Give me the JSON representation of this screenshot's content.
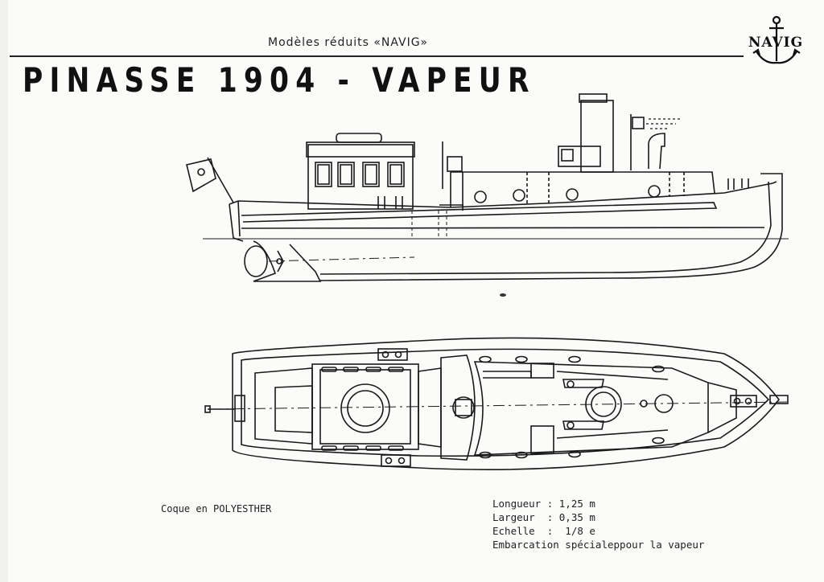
{
  "header": {
    "series": "Modèles réduits «NAVIG»",
    "title": "PINASSE 1904 - VAPEUR",
    "logo_text": "NAVIG"
  },
  "hull_note": "Coque en POLYESTHER",
  "specs": {
    "longueur": "Longueur : 1,25 m",
    "largeur": "Largeur  : 0,35 m",
    "echelle": "Echelle  :  1/8 e",
    "embarcation": "Embarcation spécialeppour la vapeur"
  },
  "colors": {
    "ink": "#1a1a1a",
    "paper": "#fbfbfa"
  },
  "icons": [
    "anchor-icon",
    "flag-icon"
  ]
}
